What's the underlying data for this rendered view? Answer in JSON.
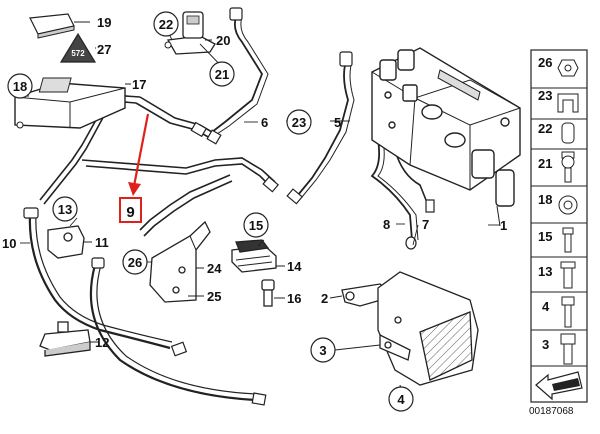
{
  "diagram": {
    "labels": {
      "l1": "1",
      "l2": "2",
      "l3": "3",
      "l4": "4",
      "l5": "5",
      "l6": "6",
      "l7": "7",
      "l8": "8",
      "l9": "9",
      "l10": "10",
      "l11": "11",
      "l12": "12",
      "l13": "13",
      "l14": "14",
      "l15": "15",
      "l16": "16",
      "l17": "17",
      "l18": "18",
      "l19": "19",
      "l20": "20",
      "l21": "21",
      "l22": "22",
      "l23": "23",
      "l24": "24",
      "l25": "25",
      "l26": "26",
      "l27": "27"
    },
    "highlight": {
      "label": "9",
      "color": "#e0201b"
    },
    "warning_icon": "572"
  },
  "legend": {
    "items": [
      "26",
      "23",
      "22",
      "21",
      "18",
      "15",
      "13",
      "4",
      "3"
    ]
  },
  "footer": {
    "code": "00187068"
  }
}
